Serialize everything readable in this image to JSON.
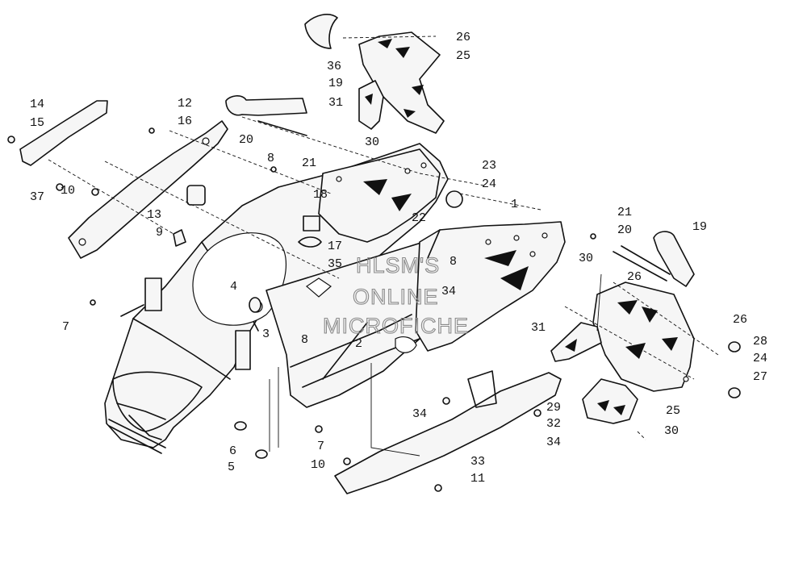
{
  "watermark": {
    "line1": "HLSM'S",
    "line2": "ONLINE",
    "line3": "MICROFICHE"
  },
  "callouts": {
    "c1": "1",
    "c2": "2",
    "c3": "3",
    "c4": "4",
    "c5": "5",
    "c6": "6",
    "c7a": "7",
    "c7b": "7",
    "c8a": "8",
    "c8b": "8",
    "c8c": "8",
    "c9": "9",
    "c10a": "10",
    "c10b": "10",
    "c11": "11",
    "c12": "12",
    "c13": "13",
    "c14": "14",
    "c15": "15",
    "c16": "16",
    "c17": "17",
    "c18": "18",
    "c19a": "19",
    "c19b": "19",
    "c20a": "20",
    "c20b": "20",
    "c21a": "21",
    "c21b": "21",
    "c22": "22",
    "c23": "23",
    "c24a": "24",
    "c24b": "24",
    "c25a": "25",
    "c25b": "25",
    "c26a": "26",
    "c26b": "26",
    "c26c": "26",
    "c27": "27",
    "c28": "28",
    "c29": "29",
    "c30a": "30",
    "c30b": "30",
    "c30c": "30",
    "c31a": "31",
    "c31b": "31",
    "c32": "32",
    "c33": "33",
    "c34a": "34",
    "c34b": "34",
    "c34c": "34",
    "c35": "35",
    "c36": "36",
    "c37": "37"
  }
}
